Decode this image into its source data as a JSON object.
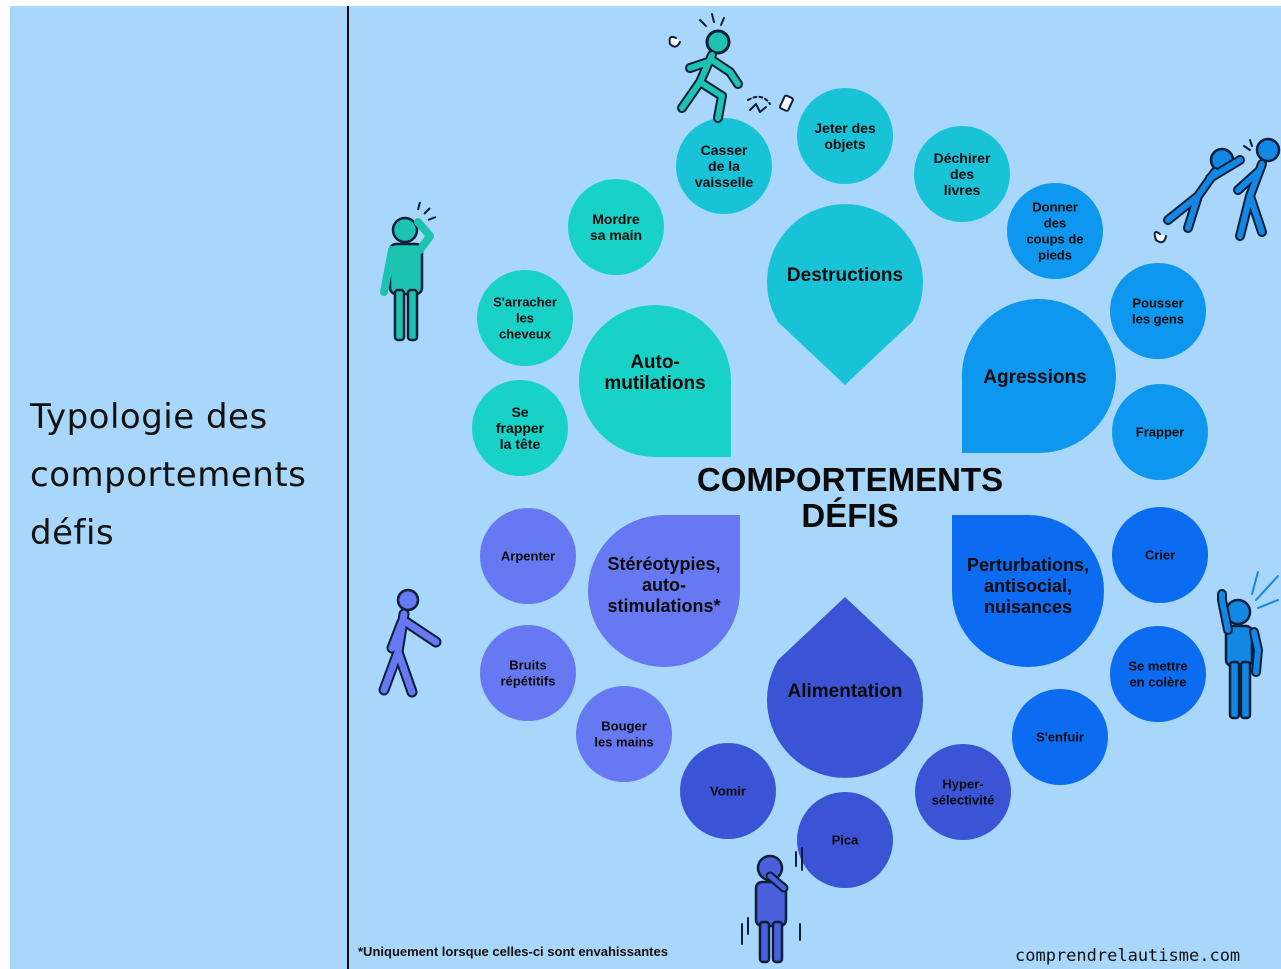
{
  "side_title": [
    "Typologie des",
    "comportements",
    "défis"
  ],
  "center_title": [
    "COMPORTEMENTS",
    "DÉFIS"
  ],
  "footnote": "*Uniquement lorsque celles-ci sont envahissantes",
  "credit": "comprendrelautisme.com",
  "categories": [
    {
      "id": "destructions",
      "color": "#19c3d7",
      "label": [
        "Destructions"
      ],
      "items": [
        {
          "id": "casser-vaisselle",
          "label": [
            "Casser",
            "de la",
            "vaisselle"
          ]
        },
        {
          "id": "jeter-objets",
          "label": [
            "Jeter des",
            "objets"
          ]
        },
        {
          "id": "dechirer-livres",
          "label": [
            "Déchirer",
            "des",
            "livres"
          ]
        }
      ]
    },
    {
      "id": "automutilations",
      "color": "#18d2c7",
      "label": [
        "Auto-",
        "mutilations"
      ],
      "items": [
        {
          "id": "mordre-main",
          "label": [
            "Mordre",
            "sa main"
          ]
        },
        {
          "id": "arracher-cheveux",
          "label": [
            "S'arracher",
            "les",
            "cheveux"
          ]
        },
        {
          "id": "frapper-tete",
          "label": [
            "Se",
            "frapper",
            "la tête"
          ]
        }
      ]
    },
    {
      "id": "agressions",
      "color": "#0e97ee",
      "label": [
        "Agressions"
      ],
      "items": [
        {
          "id": "coups-pieds",
          "label": [
            "Donner",
            "des",
            "coups de",
            "pieds"
          ]
        },
        {
          "id": "pousser-gens",
          "label": [
            "Pousser",
            "les gens"
          ]
        },
        {
          "id": "frapper",
          "label": [
            "Frapper"
          ]
        }
      ]
    },
    {
      "id": "perturbations",
      "color": "#0b6cf1",
      "label": [
        "Perturbations,",
        "antisocial,",
        "nuisances"
      ],
      "items": [
        {
          "id": "crier",
          "label": [
            "Crier"
          ]
        },
        {
          "id": "colere",
          "label": [
            "Se mettre",
            "en colère"
          ]
        },
        {
          "id": "enfuir",
          "label": [
            "S'enfuir"
          ]
        }
      ]
    },
    {
      "id": "stereotypies",
      "color": "#6779f2",
      "label": [
        "Stéréotypies,",
        "auto-",
        "stimulations*"
      ],
      "items": [
        {
          "id": "arpenter",
          "label": [
            "Arpenter"
          ]
        },
        {
          "id": "bruits",
          "label": [
            "Bruits",
            "répétitifs"
          ]
        },
        {
          "id": "bouger-mains",
          "label": [
            "Bouger",
            "les mains"
          ]
        }
      ]
    },
    {
      "id": "alimentation",
      "color": "#3b54d6",
      "label": [
        "Alimentation"
      ],
      "items": [
        {
          "id": "vomir",
          "label": [
            "Vomir"
          ]
        },
        {
          "id": "pica",
          "label": [
            "Pica"
          ]
        },
        {
          "id": "hyperselectivite",
          "label": [
            "Hyper-",
            "sélectivité"
          ]
        }
      ]
    }
  ],
  "colors": {
    "background": "#a9d7fc",
    "figure_teal": "#1bc3b0",
    "figure_blue": "#1287e3",
    "figure_indigo": "#4a5fdc",
    "outline": "#0b1e3a"
  }
}
